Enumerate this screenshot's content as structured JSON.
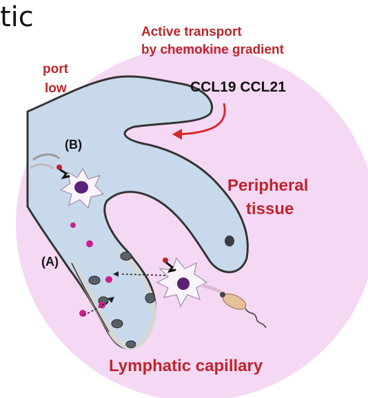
{
  "heading": "tic",
  "labels": {
    "active_transport_line1": "Active transport",
    "active_transport_line2": "by chemokine gradient",
    "chemokines": "CCL19 CCL21",
    "left_cut_line1": "port",
    "left_cut_line2": "low",
    "site_b": "(B)",
    "site_a": "(A)",
    "peripheral_line1": "Peripheral",
    "peripheral_line2": "tissue",
    "lymphatic_capillary": "Lymphatic capillary"
  },
  "colors": {
    "tissue_background": "#f5d8f3",
    "lymphatic_vessel": "#c9d9ec",
    "vessel_outline": "#333333",
    "cell_nucleus": "#5a2178",
    "chemokine_dots": "#cc1f8a",
    "label_red": "#c0242a",
    "arrow_red": "#d8272d"
  }
}
